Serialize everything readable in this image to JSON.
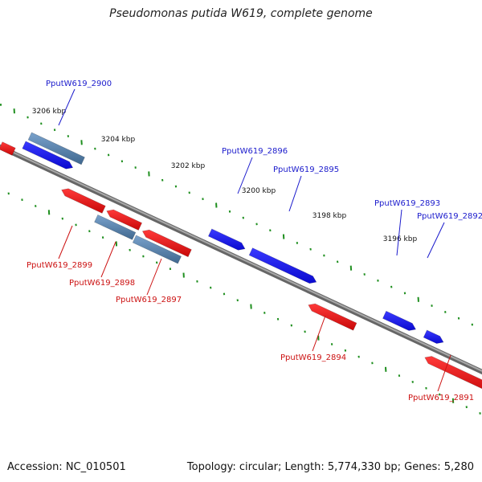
{
  "title": "Pseudomonas putida W619, complete genome",
  "footer": {
    "accession": "Accession: NC_010501",
    "topology": "Topology: circular; Length: 5,774,330 bp; Genes: 5,280"
  },
  "colors": {
    "backbone": "#888888",
    "ticks": "#1f8f1f",
    "forward_gene": "#1010ee",
    "reverse_gene": "#ee1111",
    "other_gene": "#5b84b1",
    "forward_label": "#1a1acc",
    "reverse_label": "#cc1111"
  },
  "scale_labels": [
    "3206 kbp",
    "3204 kbp",
    "3202 kbp",
    "3200 kbp",
    "3198 kbp",
    "3196 kbp"
  ],
  "gene_labels": [
    {
      "text": "PputW619_2900",
      "strand": "forward"
    },
    {
      "text": "PputW619_2896",
      "strand": "forward"
    },
    {
      "text": "PputW619_2895",
      "strand": "forward"
    },
    {
      "text": "PputW619_2893",
      "strand": "forward"
    },
    {
      "text": "PputW619_2892",
      "strand": "forward"
    },
    {
      "text": "PputW619_2899",
      "strand": "reverse"
    },
    {
      "text": "PputW619_2898",
      "strand": "reverse"
    },
    {
      "text": "PputW619_2897",
      "strand": "reverse"
    },
    {
      "text": "PputW619_2894",
      "strand": "reverse"
    },
    {
      "text": "PputW619_2891",
      "strand": "reverse"
    }
  ]
}
